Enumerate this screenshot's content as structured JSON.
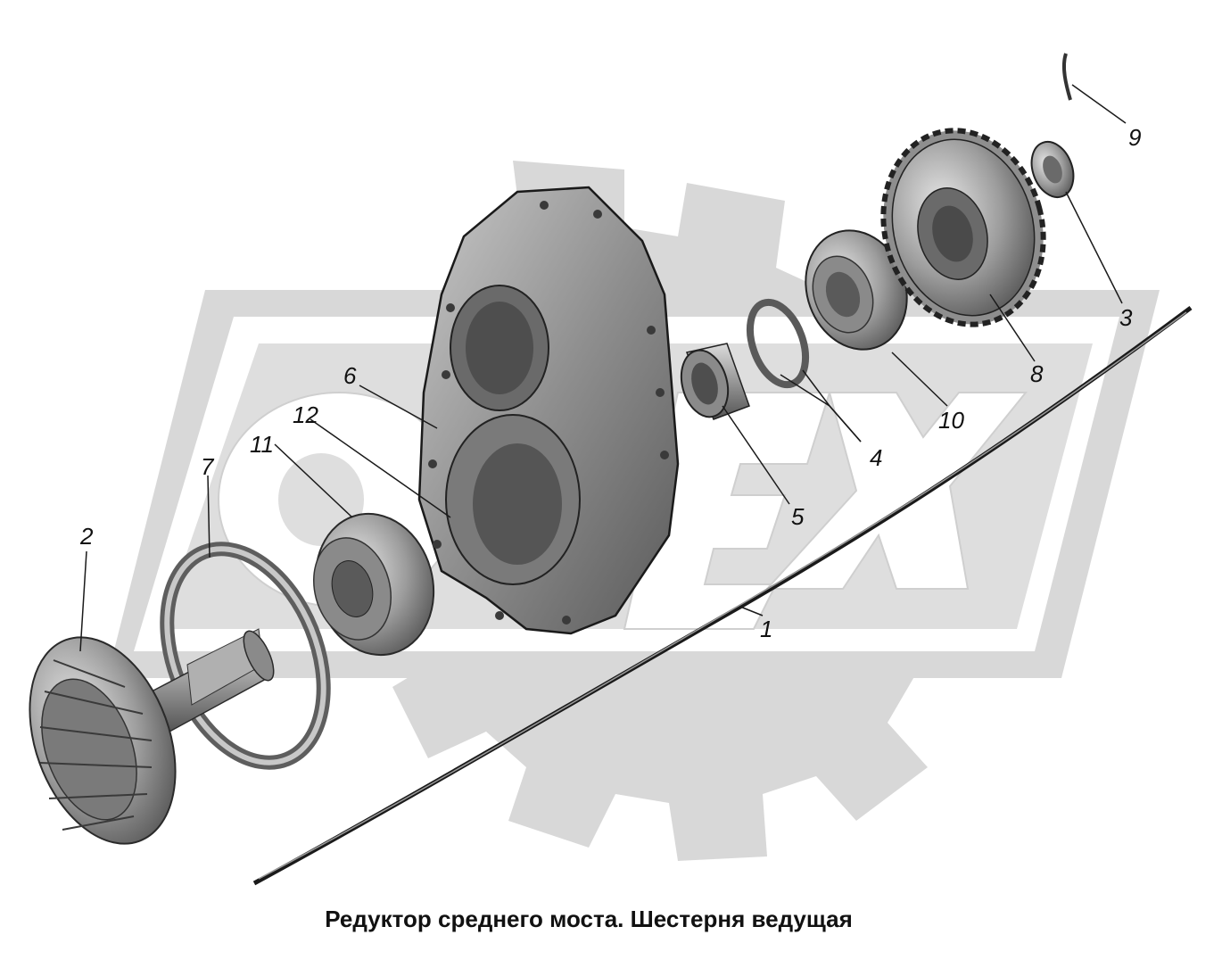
{
  "caption": "Редуктор среднего моста. Шестерня ведущая",
  "watermark": {
    "text": "OEX",
    "color": "#d4d4d4"
  },
  "colors": {
    "part_fill": "#9a9a9a",
    "part_dark": "#5e5e5e",
    "part_light": "#d9d9d9",
    "line": "#1a1a1a"
  },
  "callouts": [
    {
      "id": "1",
      "label": "1"
    },
    {
      "id": "2",
      "label": "2"
    },
    {
      "id": "3",
      "label": "3"
    },
    {
      "id": "4",
      "label": "4"
    },
    {
      "id": "5",
      "label": "5"
    },
    {
      "id": "6",
      "label": "6"
    },
    {
      "id": "7",
      "label": "7"
    },
    {
      "id": "8",
      "label": "8"
    },
    {
      "id": "9",
      "label": "9"
    },
    {
      "id": "10",
      "label": "10"
    },
    {
      "id": "11",
      "label": "11"
    },
    {
      "id": "12",
      "label": "12"
    }
  ]
}
